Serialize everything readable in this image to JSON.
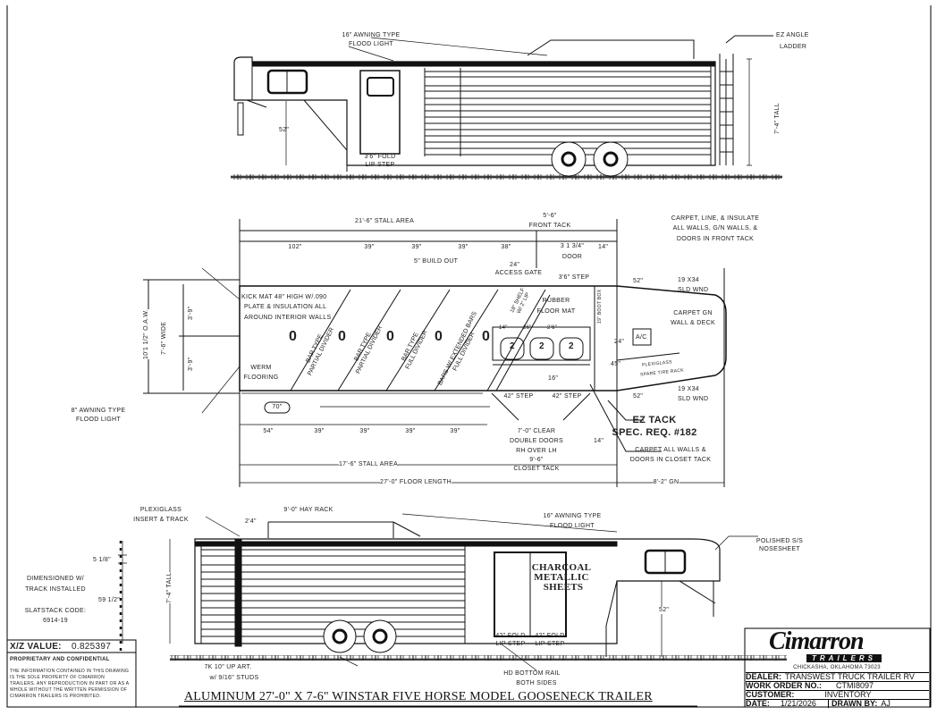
{
  "top_view": {
    "awning_1": "16\" AWNING TYPE",
    "awning_2": "FLOOD LIGHT",
    "ladder_1": "EZ ANGLE",
    "ladder_2": "LADDER",
    "tall": "7'-4\" TALL",
    "gn_height": "52\"",
    "step_1": "3'6\" FOLD",
    "step_2": "LIP STEP"
  },
  "plan_view": {
    "stall_area_top": "21'-6\" STALL AREA",
    "front_tack_dim": "5'-6\"",
    "front_tack": "FRONT TACK",
    "dims_top": [
      "102\"",
      "39\"",
      "39\"",
      "39\"",
      "38\""
    ],
    "door_dim": "3 1 3/4\"",
    "door": "DOOR",
    "door_14": "14\"",
    "build_out": "5\" BUILD OUT",
    "gate_dim": "24\"",
    "access_gate": "ACCESS GATE",
    "step_top": "3'6\" STEP",
    "carpet_front": [
      "CARPET, LINE, & INSULATE",
      "ALL WALLS, G/N WALLS, &",
      "DOORS IN FRONT TACK"
    ],
    "window_dim_top": "52\"",
    "window_top": [
      "19 X34",
      "SLD WND"
    ],
    "kick_mat": [
      "KICK MAT 48\" HIGH W/.090",
      "PLATE & INSULATION ALL",
      "AROUND INTERIOR WALLS"
    ],
    "rubber_mat": [
      "RUBBER",
      "FLOOR MAT"
    ],
    "oaw": "10'1 1/2\" O.A.W.",
    "wide": "7'-6\" WIDE",
    "half_width": [
      "3'-9\"",
      "3'-9\""
    ],
    "stall_numbers": [
      "0",
      "0",
      "0",
      "0",
      "0"
    ],
    "dividers": [
      [
        "BAR TYPE",
        "PARTIAL DIVIDER"
      ],
      [
        "BAR TYPE",
        "PARTIAL DIVIDER"
      ],
      [
        "BAR TYPE",
        "FULL DIVIDER"
      ],
      [
        "BARS W/ EXTENDED BARS",
        "FULL DIVIDER"
      ]
    ],
    "shelf": [
      "18\" SHELF",
      "W/ 2\" LIP"
    ],
    "rack_dims": [
      "14\"",
      "26\"",
      "2'6\""
    ],
    "saddle_racks": [
      "2",
      "2",
      "2"
    ],
    "boot_box": "19\" BOOT BOX",
    "carpet_gn": [
      "CARPET GN",
      "WALL & DECK"
    ],
    "ac": "A/C",
    "dim_24": "24\"",
    "dim_45": "45\"",
    "plexiglass": [
      "PLEXIGLASS",
      "SPARE TIRE RACK"
    ],
    "dim_16": "16\"",
    "steps_bottom": [
      "42\" STEP",
      "42\" STEP"
    ],
    "window_dim_bottom": "52\"",
    "window_bottom": [
      "19 X34",
      "SLD WND"
    ],
    "werm": [
      "WERM",
      "FLOORING"
    ],
    "awning_8": [
      "8\" AWNING TYPE",
      "FLOOD LIGHT"
    ],
    "dim_70": "70\"",
    "dims_bottom": [
      "54\"",
      "39\"",
      "39\"",
      "39\"",
      "39\""
    ],
    "double_doors": [
      "7'-0\" CLEAR",
      "DOUBLE DOORS",
      "RH OVER LH"
    ],
    "dd_14": "14\"",
    "ez_tack": [
      "EZ TACK",
      "SPEC. REQ. #182"
    ],
    "carpet_closet": [
      "CARPET ALL WALLS &",
      "DOORS IN CLOSET TACK"
    ],
    "stall_area_bottom": "17'-6\" STALL AREA",
    "closet_tack_dim": "9'-6\"",
    "closet_tack": "CLOSET TACK",
    "floor_length": "27'-0\" FLOOR LENGTH",
    "gn_length": "8'-2\" GN"
  },
  "side_view": {
    "plexiglass": [
      "PLEXIGLASS",
      "INSERT & TRACK"
    ],
    "hay_rack": "9'-0\" HAY RACK",
    "dim_24": "2'4\"",
    "awning": [
      "16\" AWNING TYPE",
      "FLOOD LIGHT"
    ],
    "nosesheet": [
      "POLISHED S/S",
      "NOSESHEET"
    ],
    "slat_dim_small": "5 1/8\"",
    "slat_dim_big": "59 1/2\"",
    "dimensioned": [
      "DIMENSIONED W/",
      "TRACK INSTALLED"
    ],
    "slatstack": [
      "SLATSTACK CODE:",
      "6914-19"
    ],
    "tall": "7'-4\" TALL",
    "charcoal": [
      "CHARCOAL",
      "METALLIC",
      "SHEETS"
    ],
    "gn_height": "52\"",
    "fold_steps": [
      [
        "42\" FOLD",
        "LIP STEP"
      ],
      [
        "42\" FOLD",
        "LIP STEP"
      ]
    ],
    "axle": [
      "7K 10\" UP ART.",
      "w/ 9/16\" STUDS"
    ],
    "bottom_rail": [
      "HD BOTTOM RAIL",
      "BOTH SIDES"
    ]
  },
  "drawing_title": "ALUMINUM 27'-0\" X 7-6\" WINSTAR FIVE HORSE MODEL GOOSENECK TRAILER",
  "info_block": {
    "xz_label": "X/Z VALUE:",
    "xz_value": "0.825397",
    "heading": "PROPRIETARY AND CONFIDENTIAL",
    "body": "THE INFORMATION CONTAINED IN THIS DRAWING IS THE SOLE PROPERTY OF CIMARRON TRAILERS. ANY REPRODUCTION IN PART OR AS A WHOLE WITHOUT THE WRITTEN PERMISSION OF CIMARRON TRAILERS IS PROHIBITED."
  },
  "title_block": {
    "logo_main": "Cimarron",
    "logo_sub": "TRAILERS",
    "location": "CHICKASHA, OKLAHOMA 73023",
    "dealer_label": "DEALER:",
    "dealer": "TRANSWEST TRUCK TRAILER RV",
    "work_order_label": "WORK ORDER NO.:",
    "work_order": "CTMI8097",
    "customer_label": "CUSTOMER:",
    "customer": "INVENTORY",
    "date_label": "DATE:",
    "date": "1/21/2026",
    "drawn_by_label": "DRAWN BY:",
    "drawn_by": "AJ"
  }
}
